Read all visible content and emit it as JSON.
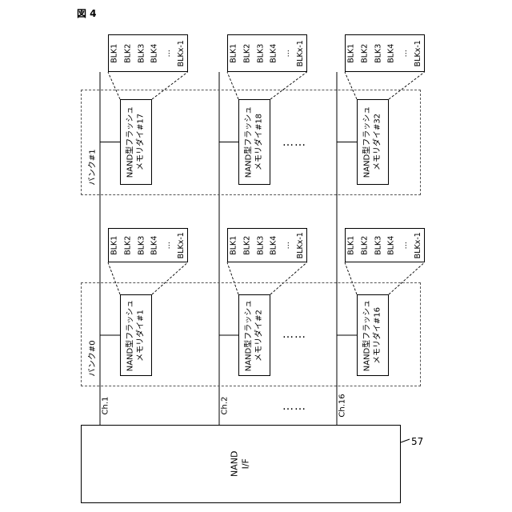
{
  "figure_label": "図 4",
  "nand_if": {
    "label_line1": "NAND",
    "label_line2": "I/F",
    "ref": "57"
  },
  "channels": [
    "Ch.1",
    "Ch.2",
    "Ch.16"
  ],
  "banks": [
    "バンク#0",
    "バンク#1"
  ],
  "dies": [
    [
      "NAND型フラッシュ\nメモリダイ#1",
      "NAND型フラッシュ\nメモリダイ#17"
    ],
    [
      "NAND型フラッシュ\nメモリダイ#2",
      "NAND型フラッシュ\nメモリダイ#18"
    ],
    [
      "NAND型フラッシュ\nメモリダイ#16",
      "NAND型フラッシュ\nメモリダイ#32"
    ]
  ],
  "blocks": [
    "BLK1",
    "BLK2",
    "BLK3",
    "BLK4",
    "…",
    "BLKx-1"
  ],
  "ellipsis": "……"
}
